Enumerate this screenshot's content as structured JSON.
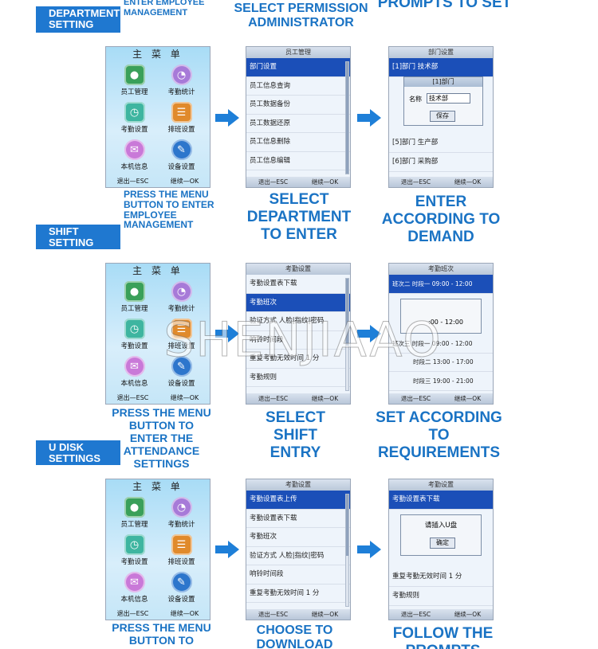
{
  "labels": {
    "top_left": "ENTER EMPLOYEE MANAGEMENT",
    "top_mid": "SELECT PERMISSION ADMINISTRATOR",
    "top_right": "PROMPTS TO SET"
  },
  "sections": [
    {
      "tag": "DEPARTMENT SETTING",
      "caption_left": "PRESS THE MENU BUTTON TO ENTER EMPLOYEE MANAGEMENT",
      "caption_mid": "SELECT DEPARTMENT TO ENTER",
      "caption_right": "ENTER ACCORDING TO DEMAND"
    },
    {
      "tag": "SHIFT SETTING",
      "caption_left": "PRESS THE MENU BUTTON TO ENTER THE ATTENDANCE SETTINGS",
      "caption_mid": "SELECT SHIFT ENTRY",
      "caption_right": "SET ACCORDING TO REQUIREMENTS"
    },
    {
      "tag": "U DISK SETTINGS",
      "caption_left": "PRESS THE MENU BUTTON TO ENTER THE",
      "caption_mid": "CHOOSE TO DOWNLOAD",
      "caption_right": "FOLLOW THE PROMPTS"
    }
  ],
  "menu": {
    "title": "主 菜 单",
    "items": [
      "员工管理",
      "考勤统计",
      "考勤设置",
      "排班设置",
      "本机信息",
      "设备设置"
    ],
    "footer_left": "退出—ESC",
    "footer_right": "继续—OK"
  },
  "screen_employee": {
    "title": "员工管理",
    "items": [
      "部门设置",
      "员工信息查询",
      "员工数据备份",
      "员工数据还原",
      "员工信息删除",
      "员工信息编辑"
    ],
    "footer_left": "退出—ESC",
    "footer_right": "继续—OK"
  },
  "screen_department": {
    "title": "部门设置",
    "row1": "[1]部门 技术部",
    "dialog_title": "[1]部门",
    "name_label": "名称",
    "name_value": "技术部",
    "save_button": "保存",
    "row5": "[5]部门 生产部",
    "row6": "[6]部门 采购部",
    "footer_left": "退出—ESC",
    "footer_right": "继续—OK"
  },
  "screen_attendance": {
    "title": "考勤设置",
    "items": [
      "考勤设置表下载",
      "考勤班次",
      "验证方式  人脸|指纹|密码",
      "响铃时间段",
      "重复考勤无效时间 1 分",
      "考勤规则"
    ],
    "footer_left": "退出—ESC",
    "footer_right": "继续—OK"
  },
  "screen_shift": {
    "title": "考勤班次",
    "row1": "班次二  时段一  09:00 - 12:00",
    "row2": ":00 - 12:00",
    "row3": "班次三  时段一  09:00 - 12:00",
    "row4": "时段二  13:00 - 17:00",
    "row5": "时段三  19:00 - 21:00",
    "footer_left": "退出—ESC",
    "footer_right": "继续—OK"
  },
  "screen_upload": {
    "title": "考勤设置",
    "items": [
      "考勤设置表上传",
      "考勤设置表下载",
      "考勤班次",
      "验证方式  人脸|指纹|密码",
      "响铃时间段",
      "重复考勤无效时间 1 分"
    ],
    "footer_left": "退出—ESC",
    "footer_right": "继续—OK"
  },
  "screen_udisk": {
    "title": "考勤设置",
    "row1": "考勤设置表下载",
    "dialog_text": "请插入U盘",
    "ok_button": "确定",
    "row5": "重复考勤无效时间 1 分",
    "row6": "考勤规则",
    "footer_left": "退出—ESC",
    "footer_right": "继续—OK"
  },
  "watermark": "SHENJIAAO",
  "colors": {
    "accent": "#1a73c4",
    "tag_bg": "#1f78d0",
    "selected_row": "#1b4fb8"
  }
}
